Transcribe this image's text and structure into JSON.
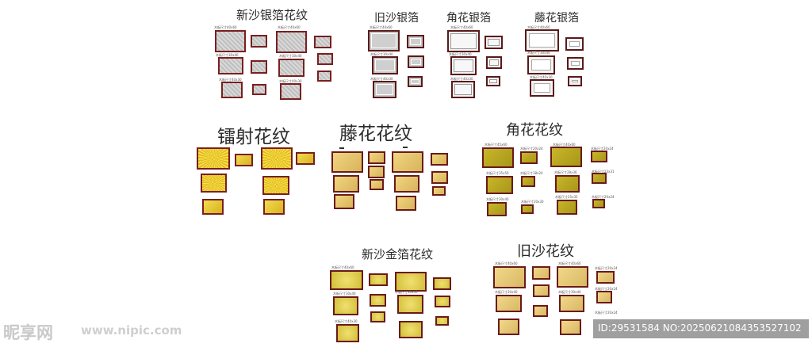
{
  "titles": {
    "new_sand_silver_foil": "新沙银箔花纹",
    "old_sand_silver_foil": "旧沙银箔",
    "corner_silver_foil": "角花银箔",
    "vine_silver_foil": "藤花银箔",
    "laser_pattern": "镭射花纹",
    "vine_pattern": "藤花花纹",
    "corner_pattern": "角花花纹",
    "new_sand_gold_foil": "新沙金箔花纹",
    "old_sand_pattern": "旧沙花纹"
  },
  "size_labels": {
    "s40x60": "木板尺寸40x60",
    "s30x40": "木板尺寸30x40",
    "s40x30": "木板尺寸40x30",
    "c45x60": "木板尺寸45x60",
    "c40x60": "木板尺寸40x60",
    "c35x50": "木板尺寸35x50",
    "c28x36": "木板尺寸28x36",
    "c30x40": "木板尺寸30x40",
    "c25x35": "木板尺寸25x35",
    "c20x24": "木板尺寸20x24",
    "c23x31": "木板尺寸23x31",
    "c18x24": "木板尺寸18x24",
    "c20x30": "木板尺寸20x30"
  },
  "watermark": {
    "brand": "昵享网",
    "url": "www.nipic.com",
    "id_line": "ID:29531584 NO:20250621084353527102"
  }
}
